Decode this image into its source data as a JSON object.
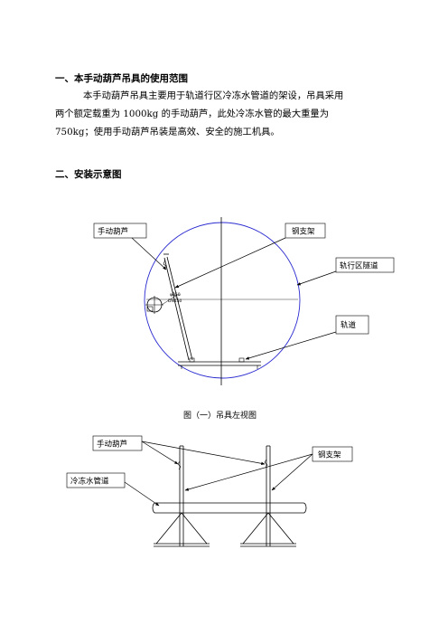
{
  "section1": {
    "heading": "一、本手动葫芦吊具的使用范围",
    "lines": [
      "本手动葫芦吊具主要用于轨道行区冷冻水管道的架设，吊具采用",
      "两个额定载重为  1000kg  的手动葫芦，此处冷冻水管的最大重量为",
      "750kg；使用手动葫芦吊装是高效、安全的施工机具。"
    ]
  },
  "section2": {
    "heading": "二、安装示意图"
  },
  "figure1": {
    "labels": {
      "hoist": "手动葫芦",
      "steel_frame": "钢支架",
      "tunnel": "轨行区隧道",
      "track": "轨道"
    },
    "small_text_1": "φ250",
    "small_text_2": "DN150",
    "caption": "图（一）吊具左视图",
    "colors": {
      "circle": "#2a2ad0",
      "lines": "#000000"
    }
  },
  "figure2": {
    "labels": {
      "hoist": "手动葫芦",
      "steel_frame": "钢支架",
      "pipe": "冷冻水管道"
    }
  }
}
